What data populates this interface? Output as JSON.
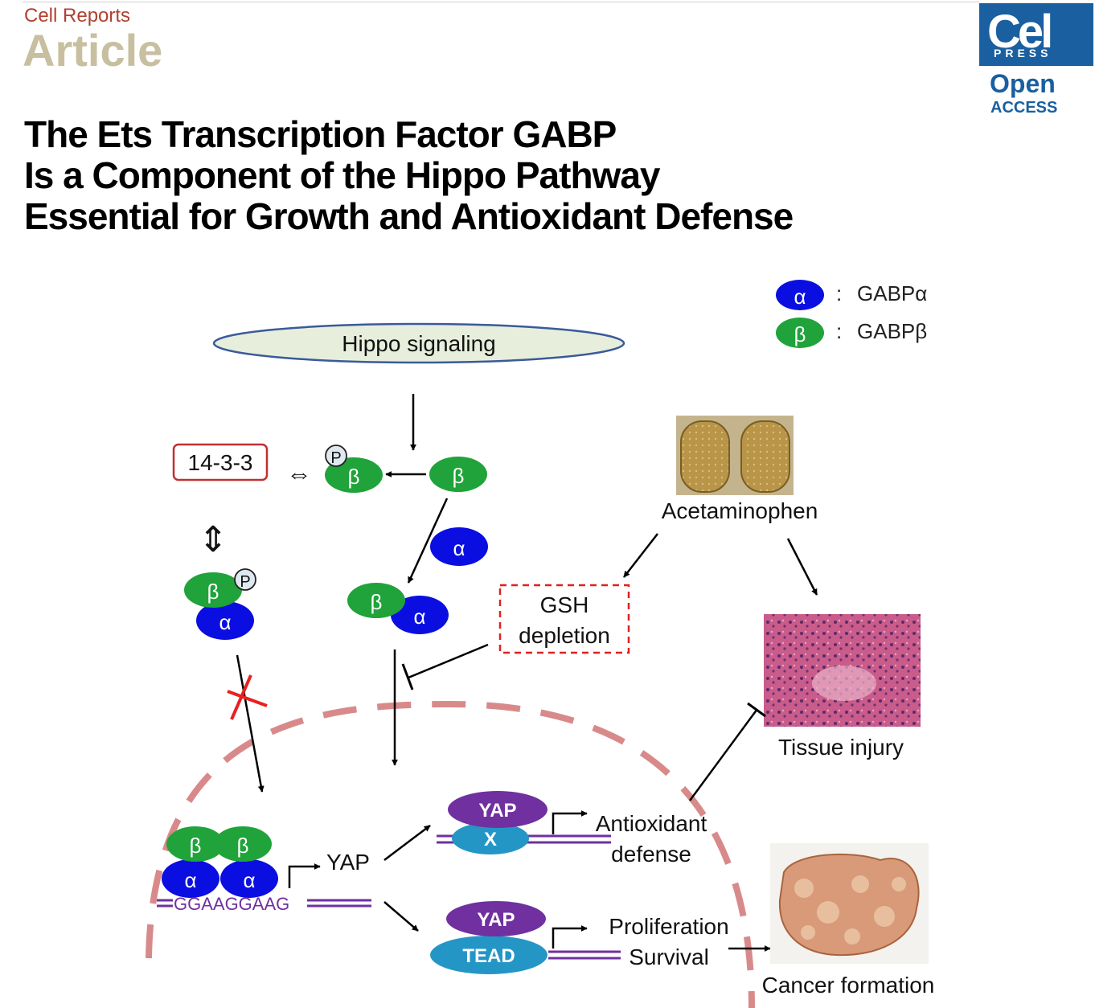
{
  "header": {
    "journal": "Cell Reports",
    "article_type": "Article",
    "title_lines": [
      "The Ets Transcription Factor GABP",
      "Is a Component of the Hippo Pathway",
      "Essential for Growth and Antioxidant Defense"
    ]
  },
  "publisher": {
    "logo_word": "Cel",
    "logo_sub": "PRESS",
    "open": "Open",
    "access": "ACCESS"
  },
  "legend": {
    "alpha_symbol": "α",
    "alpha_sep": ":",
    "alpha_label": "GABPα",
    "beta_symbol": "β",
    "beta_sep": ":",
    "beta_label": "GABPβ"
  },
  "diagram": {
    "hippo": "Hippo signaling",
    "box_1433": "14-3-3",
    "phospho": "P",
    "alpha": "α",
    "beta": "β",
    "acetaminophen": "Acetaminophen",
    "gsh_line1": "GSH",
    "gsh_line2": "depletion",
    "tissue_injury": "Tissue injury",
    "yap_target": "YAP",
    "dna_motif": "GGAAGGAAG",
    "yap": "YAP",
    "x": "X",
    "tead": "TEAD",
    "antioxidant_line1": "Antioxidant",
    "antioxidant_line2": "defense",
    "proliferation": "Proliferation",
    "survival": "Survival",
    "cancer": "Cancer formation"
  },
  "colors": {
    "alpha_blue": "#0a0ee0",
    "beta_green": "#1fa33a",
    "yap_purple": "#7030a0",
    "tead_teal": "#2496c6",
    "nucleus_pink": "#d88a8a",
    "gsh_red": "#e02020",
    "journal_red": "#b0412f",
    "brand_blue": "#1a5fa0"
  }
}
